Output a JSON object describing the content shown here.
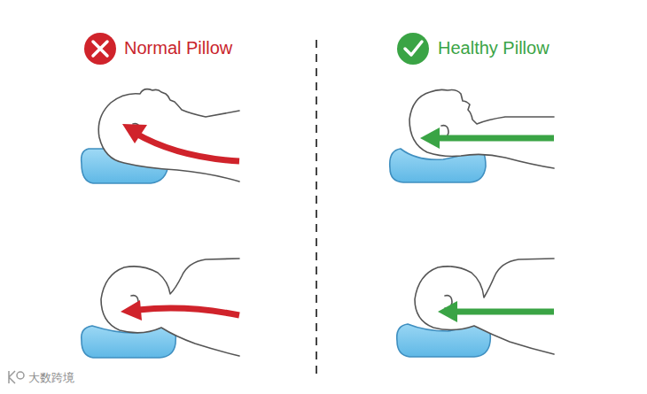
{
  "diagram": {
    "labels": [
      "Normal Pillow",
      "Healthy Pillow",
      "大数跨境"
    ]
  }
}
